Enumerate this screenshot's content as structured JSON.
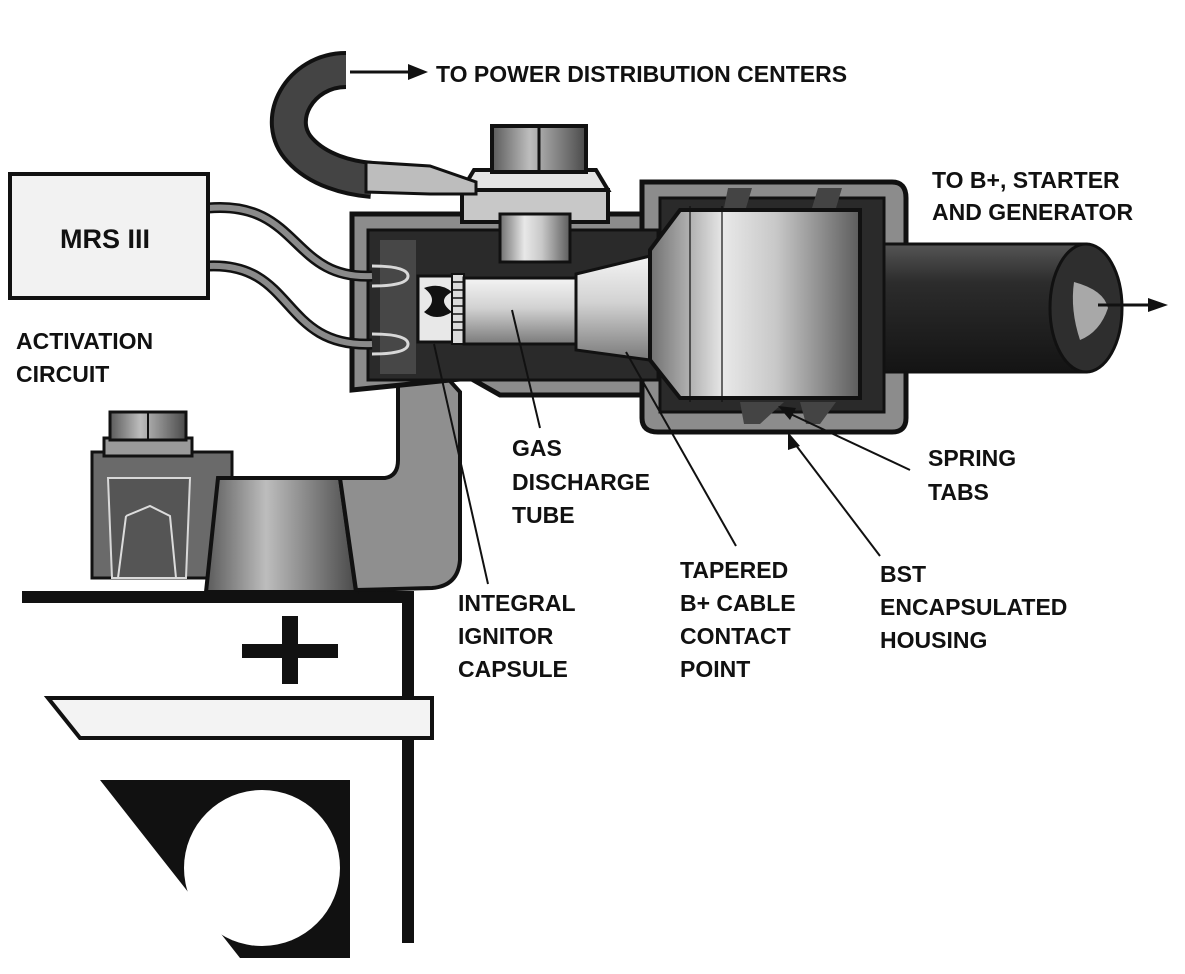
{
  "labels": {
    "power_distribution": "TO POWER DISTRIBUTION CENTERS",
    "b_plus_line1": "TO B+, STARTER",
    "b_plus_line2": "AND GENERATOR",
    "mrs": "MRS III",
    "activation_line1": "ACTIVATION",
    "activation_line2": "CIRCUIT",
    "gas_line1": "GAS",
    "gas_line2": "DISCHARGE",
    "gas_line3": "TUBE",
    "spring_line1": "SPRING",
    "spring_line2": "TABS",
    "integral_line1": "INTEGRAL",
    "integral_line2": "IGNITOR",
    "integral_line3": "CAPSULE",
    "tapered_line1": "TAPERED",
    "tapered_line2": "B+ CABLE",
    "tapered_line3": "CONTACT",
    "tapered_line4": "POINT",
    "bst_line1": "BST",
    "bst_line2": "ENCAPSULATED",
    "bst_line3": "HOUSING",
    "plus_sign": "+"
  },
  "colors": {
    "ink": "#111111",
    "housing": "#8c8c8c",
    "housing_dark": "#5a5a5a",
    "metal_light": "#e6e6e6",
    "metal_mid": "#b4b4b4",
    "cable": "#3a3a3a",
    "box_fill": "#f2f2f2"
  }
}
